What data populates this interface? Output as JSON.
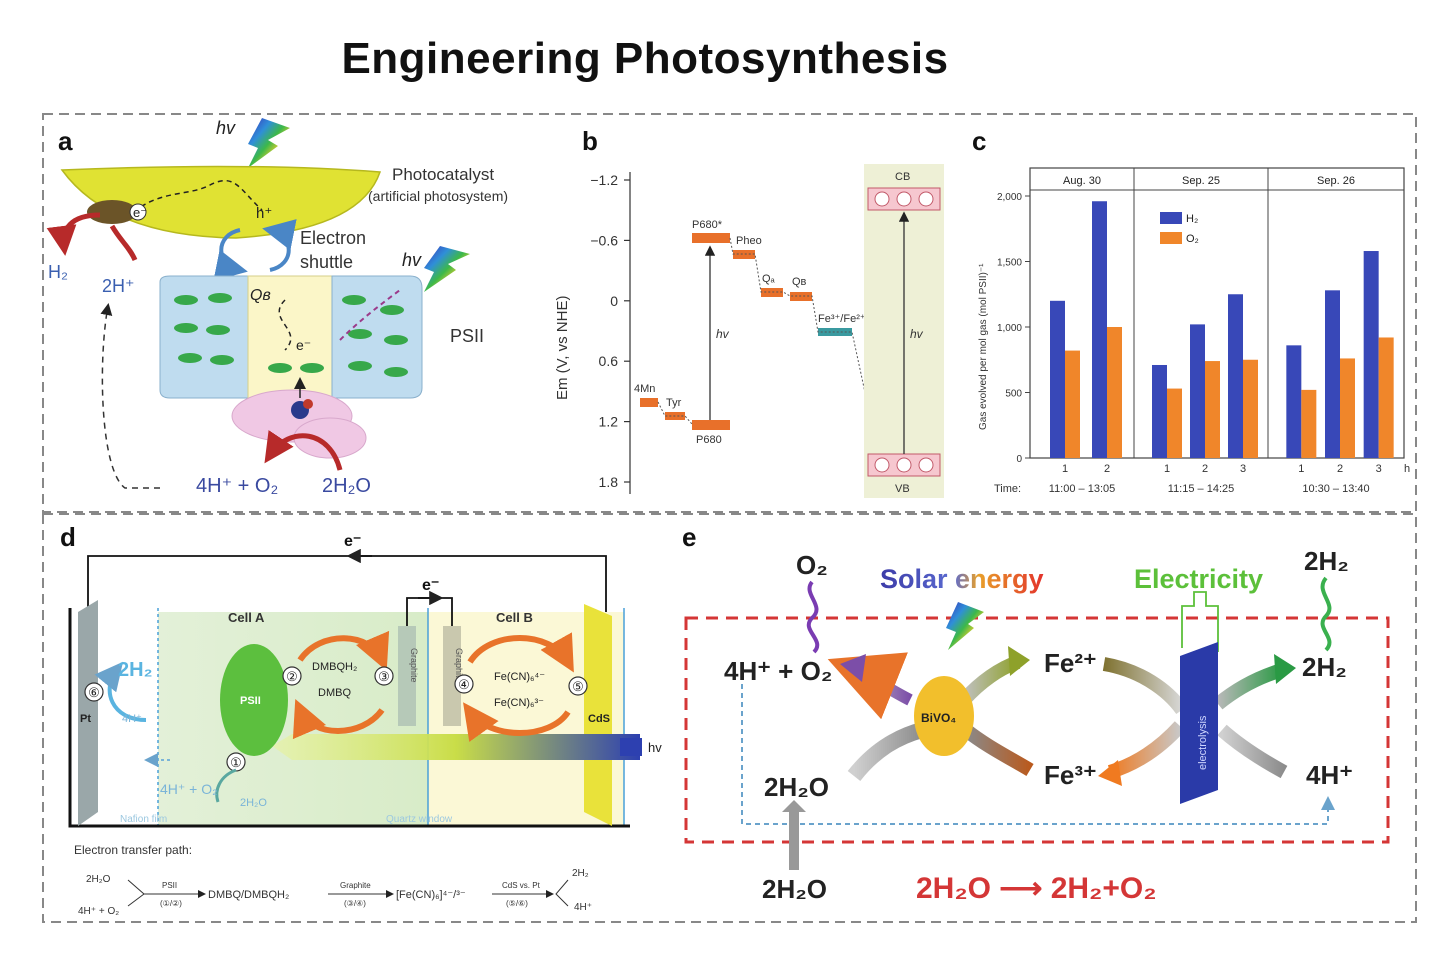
{
  "title": "Engineering Photosynthesis",
  "panel_a": {
    "letter": "a",
    "hv": "hv",
    "hv2": "hv",
    "photocatalyst": "Photocatalyst",
    "photocatalyst_sub": "(artificial photosystem)",
    "e_minus": "e⁻",
    "h_plus": "h⁺",
    "shuttle1": "Electron",
    "shuttle2": "shuttle",
    "h2": "H₂",
    "two_h_plus": "2H⁺",
    "qb": "Qʙ",
    "e_minus2": "e⁻",
    "psii": "PSII",
    "products": "4H⁺ + O₂",
    "water": "2H₂O"
  },
  "panel_b": {
    "letter": "b",
    "ylabel": "Em (V, vs NHE)",
    "yticks": [
      "−1.2",
      "−0.6",
      "0",
      "0.6",
      "1.2",
      "1.8"
    ],
    "hv1": "hv",
    "hv2": "hv",
    "cb": "CB",
    "vb": "VB",
    "labels": {
      "p680star": "P680*",
      "pheo": "Pheo",
      "qa": "Qₐ",
      "qb": "Qʙ",
      "fe": "Fe³⁺/Fe²⁺",
      "mn": "4Mn",
      "tyr": "Tyr",
      "p680": "P680"
    }
  },
  "panel_c": {
    "letter": "c",
    "ylabel": "Gas evolved per mol gas (mol PSII)⁻¹",
    "yticks": [
      "0",
      "500",
      "1,000",
      "1,500",
      "2,000"
    ],
    "legend": [
      "H₂",
      "O₂"
    ],
    "h_unit": "h",
    "time_label": "Time:",
    "colors": {
      "h2": "#3848b8",
      "o2": "#f0862a"
    }
  },
  "chart_data": {
    "type": "bar",
    "ylim": [
      0,
      2000
    ],
    "legend_position": "top-left of first facet group",
    "groups": [
      {
        "name": "Aug. 30",
        "time": "11:00 – 13:05",
        "categories": [
          "1",
          "2"
        ],
        "h2": [
          1200,
          1960
        ],
        "o2": [
          820,
          1000
        ]
      },
      {
        "name": "Sep. 25",
        "time": "11:15 – 14:25",
        "categories": [
          "1",
          "2",
          "3"
        ],
        "h2": [
          710,
          1020,
          1250
        ],
        "o2": [
          530,
          740,
          750
        ]
      },
      {
        "name": "Sep. 26",
        "time": "10:30 – 13:40",
        "categories": [
          "1",
          "2",
          "3"
        ],
        "h2": [
          860,
          1280,
          1580
        ],
        "o2": [
          520,
          760,
          920
        ]
      }
    ]
  },
  "panel_d": {
    "letter": "d",
    "e_top": "e⁻",
    "e_mid": "e⁻",
    "cell_a": "Cell A",
    "cell_b": "Cell B",
    "h2": "2H₂",
    "h_plus": "4H⁺",
    "pt": "Pt",
    "psii": "PSII",
    "dmbqh2": "DMBQH₂",
    "dmbq": "DMBQ",
    "graphite": "Graphite",
    "fe1": "Fe(CN)₆⁴⁻",
    "fe2": "Fe(CN)₆³⁻",
    "cds": "CdS",
    "hv": "hv",
    "o2": "4H⁺ + O₂",
    "water": "2H₂O",
    "nafion": "Nafion film",
    "quartz": "Quartz window",
    "path_title": "Electron transfer path:",
    "path_water": "2H₂O",
    "path_o2": "4H⁺ + O₂",
    "path_psii": "PSII",
    "path_s1": "(①/②)",
    "path_dmbq": "DMBQ/DMBQH₂",
    "path_graphite": "Graphite",
    "path_s2": "(③/④)",
    "path_fe": "[Fe(CN)₆]⁴⁻/³⁻",
    "path_cds": "CdS vs. Pt",
    "path_s3": "(⑤/⑥)",
    "path_h2": "2H₂",
    "path_4h": "4H⁺",
    "circles": [
      "①",
      "②",
      "③",
      "④",
      "⑤",
      "⑥"
    ]
  },
  "panel_e": {
    "letter": "e",
    "o2": "O₂",
    "solar": "Solar energy",
    "electricity": "Electricity",
    "h2_top": "2H₂",
    "left_prod": "4H⁺ + O₂",
    "bivo4": "BiVO₄",
    "fe2": "Fe²⁺",
    "fe3": "Fe³⁺",
    "h2_right": "2H₂",
    "h_plus": "4H⁺",
    "water_in": "2H₂O",
    "water_bottom": "2H₂O",
    "electrolysis": "electrolysis",
    "equation": "2H₂O ⟶ 2H₂+O₂"
  }
}
